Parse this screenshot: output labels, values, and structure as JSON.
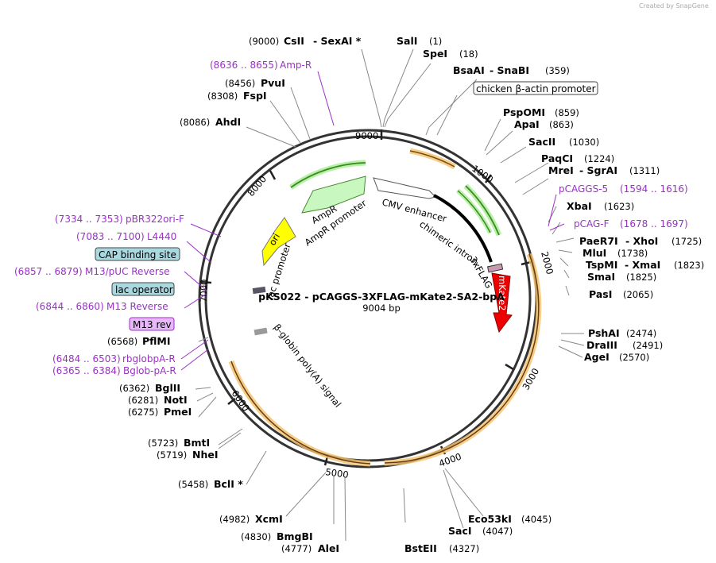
{
  "credit": "Created by SnapGene",
  "plasmid": {
    "name": "pKS022 - pCAGGS-3XFLAG-mKate2-SA2-bpA",
    "length": "9004 bp"
  },
  "colors": {
    "primer": "#9b30c8",
    "feature_green": "#b8f0a8",
    "orange_glow": "#f0c070",
    "yellow_ori": "#ffff00",
    "red_mkate2": "#ee0000",
    "blue_box": "#a8d8e0",
    "violet_box": "#e6b8f8"
  },
  "ticks": [
    "9000",
    "1000",
    "2000",
    "3000",
    "4000",
    "5000",
    "6000",
    "7000",
    "8000"
  ],
  "sites": [
    {
      "pos": "(9000)",
      "name": "CsII",
      "extra": "- SexAI *"
    },
    {
      "pos": "(1)",
      "name": "SalI"
    },
    {
      "pos": "(18)",
      "name": "SpeI"
    },
    {
      "pos": "(359)",
      "name": "BsaAI",
      "extra": "- SnaBI"
    },
    {
      "pos": "(859)",
      "name": "PspOMI"
    },
    {
      "pos": "(863)",
      "name": "ApaI"
    },
    {
      "pos": "(1030)",
      "name": "SacII"
    },
    {
      "pos": "(1224)",
      "name": "PaqCI"
    },
    {
      "pos": "(1311)",
      "name": "MreI",
      "extra": "- SgrAI"
    },
    {
      "pos": "(1623)",
      "name": "XbaI"
    },
    {
      "pos": "(1725)",
      "name": "PaeR7I",
      "extra": "- XhoI"
    },
    {
      "pos": "(1738)",
      "name": "MluI"
    },
    {
      "pos": "(1823)",
      "name": "TspMI",
      "extra": "- XmaI"
    },
    {
      "pos": "(1825)",
      "name": "SmaI"
    },
    {
      "pos": "(2065)",
      "name": "PasI"
    },
    {
      "pos": "(2474)",
      "name": "PshAI"
    },
    {
      "pos": "(2491)",
      "name": "DraIII"
    },
    {
      "pos": "(2570)",
      "name": "AgeI"
    },
    {
      "pos": "(4045)",
      "name": "Eco53kI"
    },
    {
      "pos": "(4047)",
      "name": "SacI"
    },
    {
      "pos": "(4327)",
      "name": "BstEII"
    },
    {
      "pos": "(4777)",
      "name": "AleI"
    },
    {
      "pos": "(4830)",
      "name": "BmgBI"
    },
    {
      "pos": "(4982)",
      "name": "XcmI"
    },
    {
      "pos": "(5458)",
      "name": "BclI *"
    },
    {
      "pos": "(5719)",
      "name": "NheI"
    },
    {
      "pos": "(5723)",
      "name": "BmtI"
    },
    {
      "pos": "(6275)",
      "name": "PmeI"
    },
    {
      "pos": "(6281)",
      "name": "NotI"
    },
    {
      "pos": "(6362)",
      "name": "BglII"
    },
    {
      "pos": "(6568)",
      "name": "PflMI"
    },
    {
      "pos": "(8086)",
      "name": "AhdI"
    },
    {
      "pos": "(8308)",
      "name": "FspI"
    },
    {
      "pos": "(8456)",
      "name": "PvuI"
    }
  ],
  "primers": [
    {
      "range": "(8636 .. 8655)",
      "name": "Amp-R"
    },
    {
      "range": "(1594 .. 1616)",
      "name": "pCAGGS-5"
    },
    {
      "range": "(1678 .. 1697)",
      "name": "pCAG-F"
    },
    {
      "range": "(7334 .. 7353)",
      "name": "pBR322ori-F"
    },
    {
      "range": "(7083 .. 7100)",
      "name": "L4440"
    },
    {
      "range": "(6857 .. 6879)",
      "name": "M13/pUC Reverse"
    },
    {
      "range": "(6844 .. 6860)",
      "name": "M13 Reverse"
    },
    {
      "range": "(6484 .. 6503)",
      "name": "rbglobpA-R"
    },
    {
      "range": "(6365 .. 6384)",
      "name": "Bglob-pA-R"
    }
  ],
  "boxed": {
    "chicken": "chicken β-actin promoter",
    "cap": "CAP binding site",
    "lac": "lac operator",
    "m13rev": "M13 rev"
  },
  "features": {
    "cmv": "CMV enhancer",
    "chimeric": "chimeric intron",
    "flag": "3xFLAG",
    "mkate2": "mKate2",
    "ampr": "AmpR",
    "ampr_promoter": "AmpR promoter",
    "ori": "ori",
    "lac_promoter": "lac promoter",
    "globin": "β-globin poly(A) signal"
  }
}
